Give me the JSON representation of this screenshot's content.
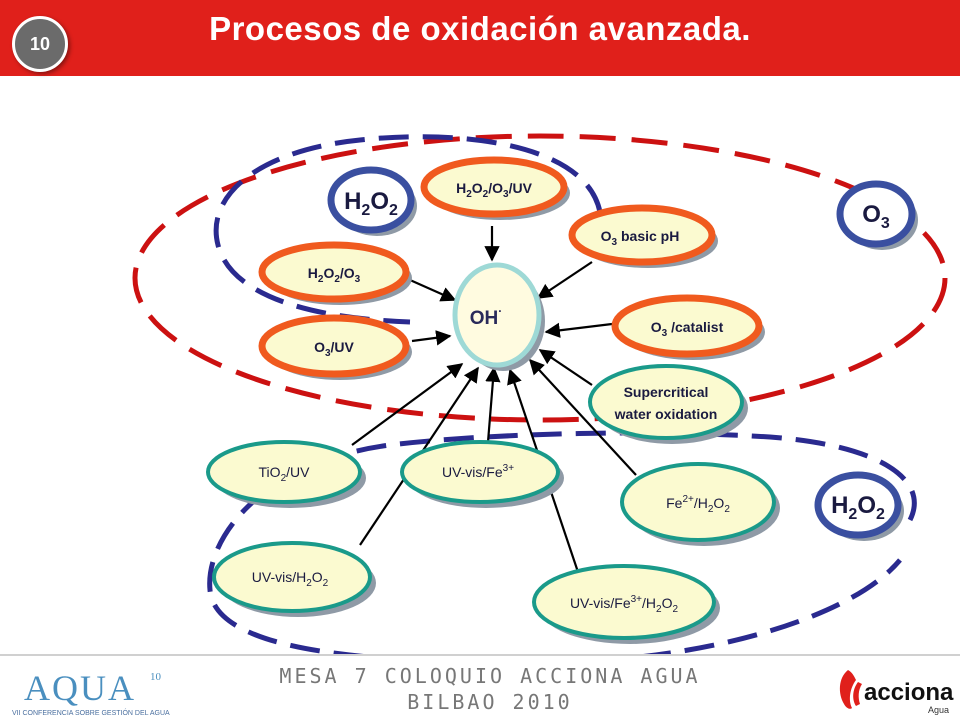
{
  "slide_number": "10",
  "title": "Procesos de oxidación avanzada.",
  "center": {
    "label": "OH",
    "superscript": "·"
  },
  "nodes": {
    "h2o2_o3_uv": [
      "H",
      "2",
      "O",
      "2",
      "/O",
      "3",
      "/UV"
    ],
    "o3_basic": [
      "O",
      "3",
      " basic pH"
    ],
    "h2o2_o3": [
      "H",
      "2",
      "O",
      "2",
      "/O",
      "3"
    ],
    "o3_catalist": [
      "O",
      "3",
      " /catalist"
    ],
    "o3_uv": [
      "O",
      "3",
      "/UV"
    ],
    "supercritical_1": "Supercritical",
    "supercritical_2": "water oxidation",
    "tio2_uv": [
      "TiO",
      "2",
      "/UV"
    ],
    "uvvis_fe": [
      "UV-vis/Fe",
      "3+"
    ],
    "fe_h2o2": [
      "Fe",
      "2+",
      "/H",
      "2",
      "O",
      "2"
    ],
    "uvvis_h2o2": [
      "UV-vis/H",
      "2",
      "O",
      "2"
    ],
    "uvvis_fe_h2o2": [
      "UV-vis/Fe",
      "3+",
      "/H",
      "2",
      "O",
      "2"
    ]
  },
  "badges": {
    "h2o2_top": [
      "H",
      "2",
      "O",
      "2"
    ],
    "o3": [
      "O",
      "3"
    ],
    "h2o2_bottom": [
      "H",
      "2",
      "O",
      "2"
    ]
  },
  "footer": {
    "line1": "MESA 7 COLOQUIO ACCIONA AGUA",
    "line2": "BILBAO 2010"
  },
  "logos": {
    "aqua": "AQUA",
    "aqua_edition": "10",
    "aqua_subtitle": "VII CONFERENCIA SOBRE GESTIÓN DEL AGUA",
    "acciona": "acciona",
    "acciona_sub": "Agua"
  },
  "colors": {
    "header": "#e0201b",
    "red_dash": "#cc1111",
    "blue_dash": "#2a2a8f",
    "orange": "#f05a1e",
    "badge_blue": "#3a4fa0",
    "node_fill": "#fbfad0",
    "center_fill": "#fffbe0",
    "teal": "#1a9a8a"
  }
}
